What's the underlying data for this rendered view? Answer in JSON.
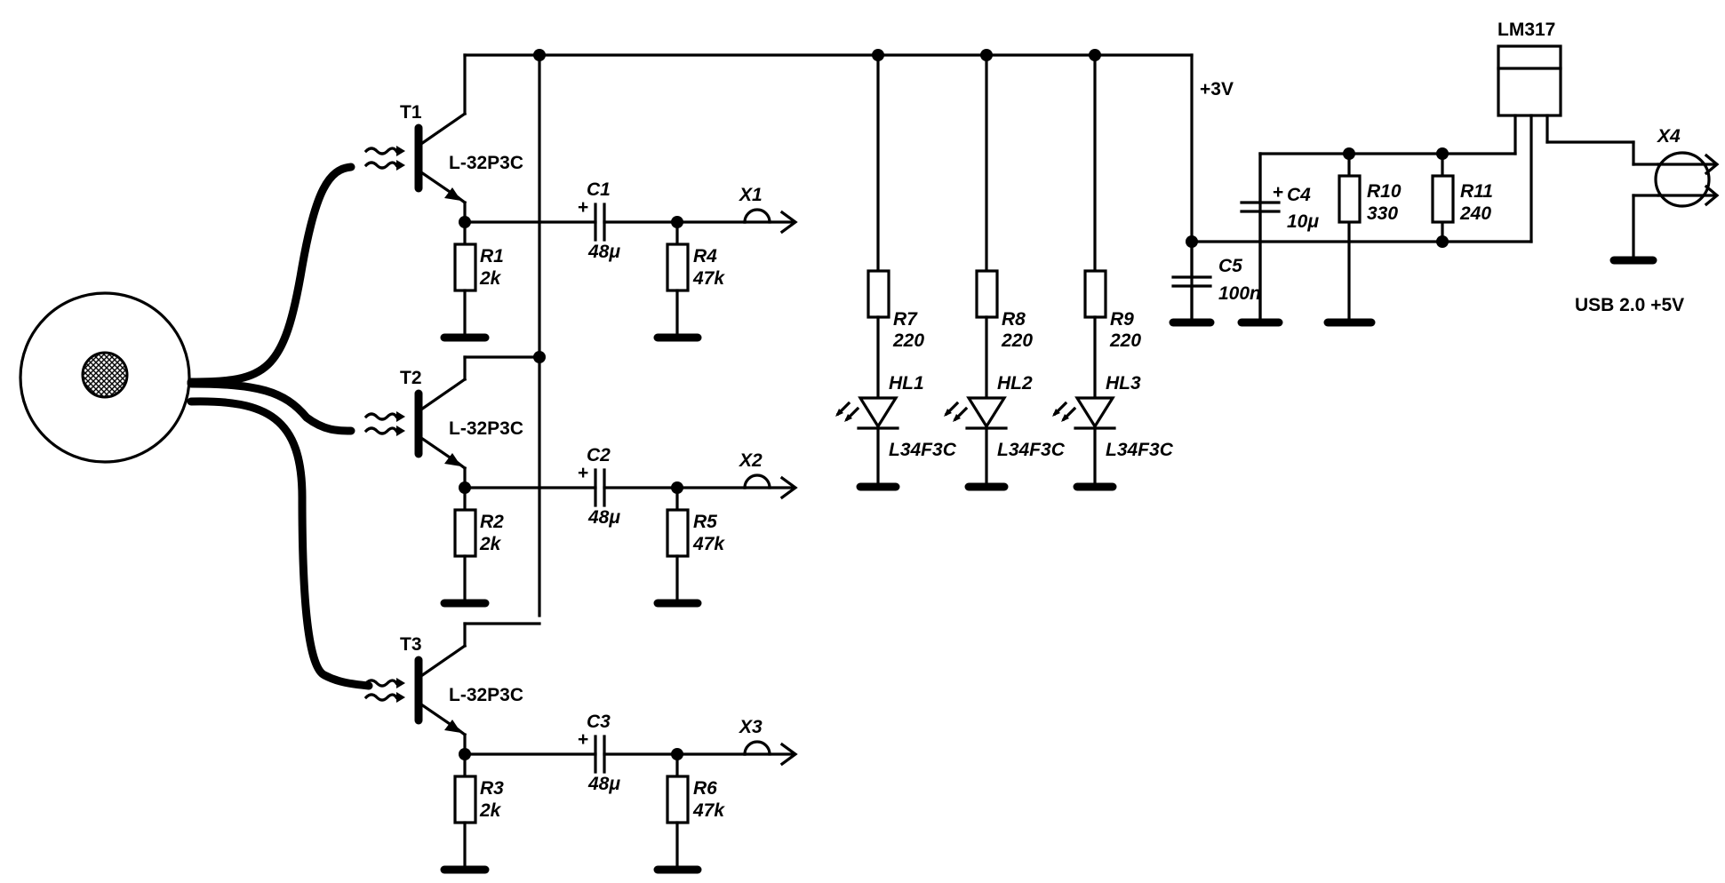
{
  "supply_label": "+3V",
  "usb_label": "USB 2.0 +5V",
  "regulator": {
    "name": "LM317"
  },
  "connectors": {
    "x1": "X1",
    "x2": "X2",
    "x3": "X3",
    "x4": "X4"
  },
  "transistors": [
    {
      "ref": "T1",
      "part": "L-32P3C"
    },
    {
      "ref": "T2",
      "part": "L-32P3C"
    },
    {
      "ref": "T3",
      "part": "L-32P3C"
    }
  ],
  "channel_resistors": [
    {
      "ref": "R1",
      "value": "2k"
    },
    {
      "ref": "R2",
      "value": "2k"
    },
    {
      "ref": "R3",
      "value": "2k"
    }
  ],
  "coupling_caps": [
    {
      "ref": "C1",
      "value": "48μ"
    },
    {
      "ref": "C2",
      "value": "48μ"
    },
    {
      "ref": "C3",
      "value": "48μ"
    }
  ],
  "load_resistors": [
    {
      "ref": "R4",
      "value": "47k"
    },
    {
      "ref": "R5",
      "value": "47k"
    },
    {
      "ref": "R6",
      "value": "47k"
    }
  ],
  "led_resistors": [
    {
      "ref": "R7",
      "value": "220"
    },
    {
      "ref": "R8",
      "value": "220"
    },
    {
      "ref": "R9",
      "value": "220"
    }
  ],
  "leds": [
    {
      "ref": "HL1",
      "part": "L34F3C"
    },
    {
      "ref": "HL2",
      "part": "L34F3C"
    },
    {
      "ref": "HL3",
      "part": "L34F3C"
    }
  ],
  "reg_caps": [
    {
      "ref": "C4",
      "value": "10μ"
    },
    {
      "ref": "C5",
      "value": "100n"
    }
  ],
  "reg_resistors": [
    {
      "ref": "R10",
      "value": "330"
    },
    {
      "ref": "R11",
      "value": "240"
    }
  ]
}
